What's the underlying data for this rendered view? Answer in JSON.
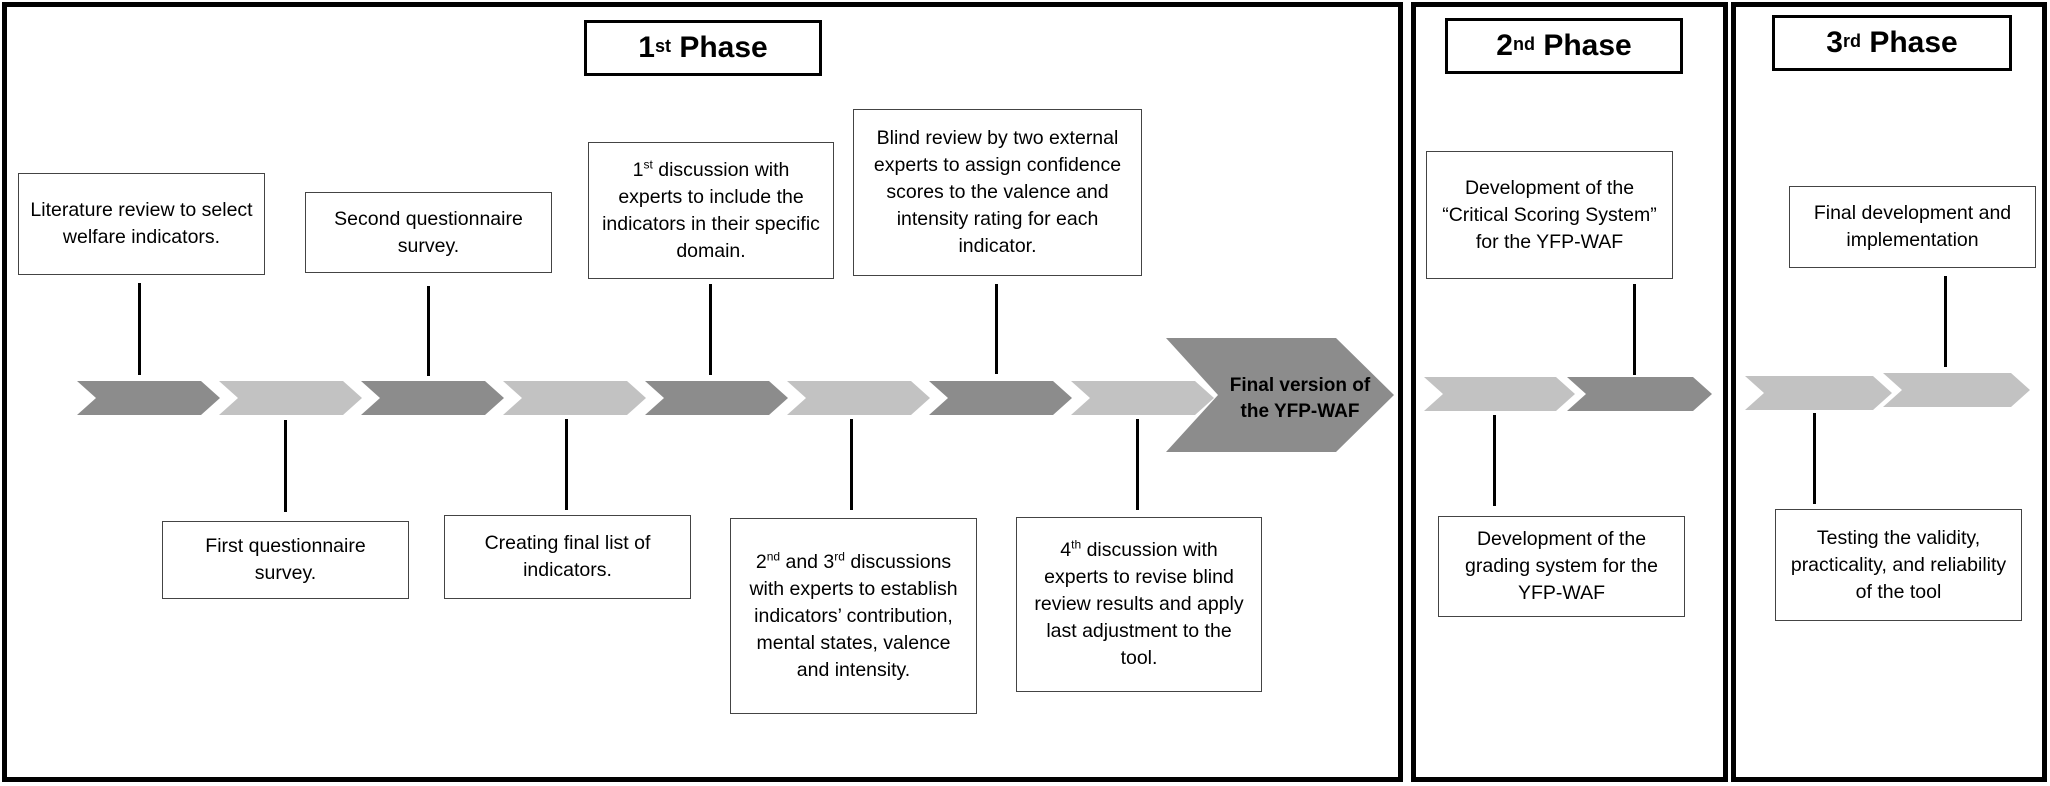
{
  "phases": {
    "p1": {
      "num": "1",
      "sup": "st",
      "word": "Phase"
    },
    "p2": {
      "num": "2",
      "sup": "nd",
      "word": "Phase"
    },
    "p3": {
      "num": "3",
      "sup": "rd",
      "word": "Phase"
    }
  },
  "steps": {
    "lit_review": "Literature review to select welfare indicators.",
    "first_survey": "First questionnaire survey.",
    "second_survey": "Second questionnaire survey.",
    "final_list": "Creating final list of indicators.",
    "disc1_num": "1",
    "disc1_sup": "st",
    "disc1_text": "discussion with experts to include the indicators in their specific domain.",
    "disc23_a": "2",
    "disc23_a_sup": "nd",
    "disc23_and": "and 3",
    "disc23_b_sup": "rd",
    "disc23_text": "discussions with experts to establish indicators’ contribution, mental states, valence and intensity.",
    "blind_review": "Blind review by two external experts to assign confidence scores to the valence and intensity rating for each indicator.",
    "disc4_num": "4",
    "disc4_sup": "th",
    "disc4_text": "discussion with experts to revise blind review results and apply last adjustment to the tool.",
    "final_version": "Final version of the YFP-WAF",
    "critical_scoring": "Development of the “Critical Scoring System” for the YFP-WAF",
    "grading_system": "Development of the grading system for the YFP-WAF",
    "final_dev": "Final development and implementation",
    "testing": "Testing the validity, practicality, and reliability of the tool"
  },
  "colors": {
    "arrow_dark": "#8c8c8c",
    "arrow_light": "#c2c2c2",
    "final_arrow": "#8c8c8c"
  }
}
